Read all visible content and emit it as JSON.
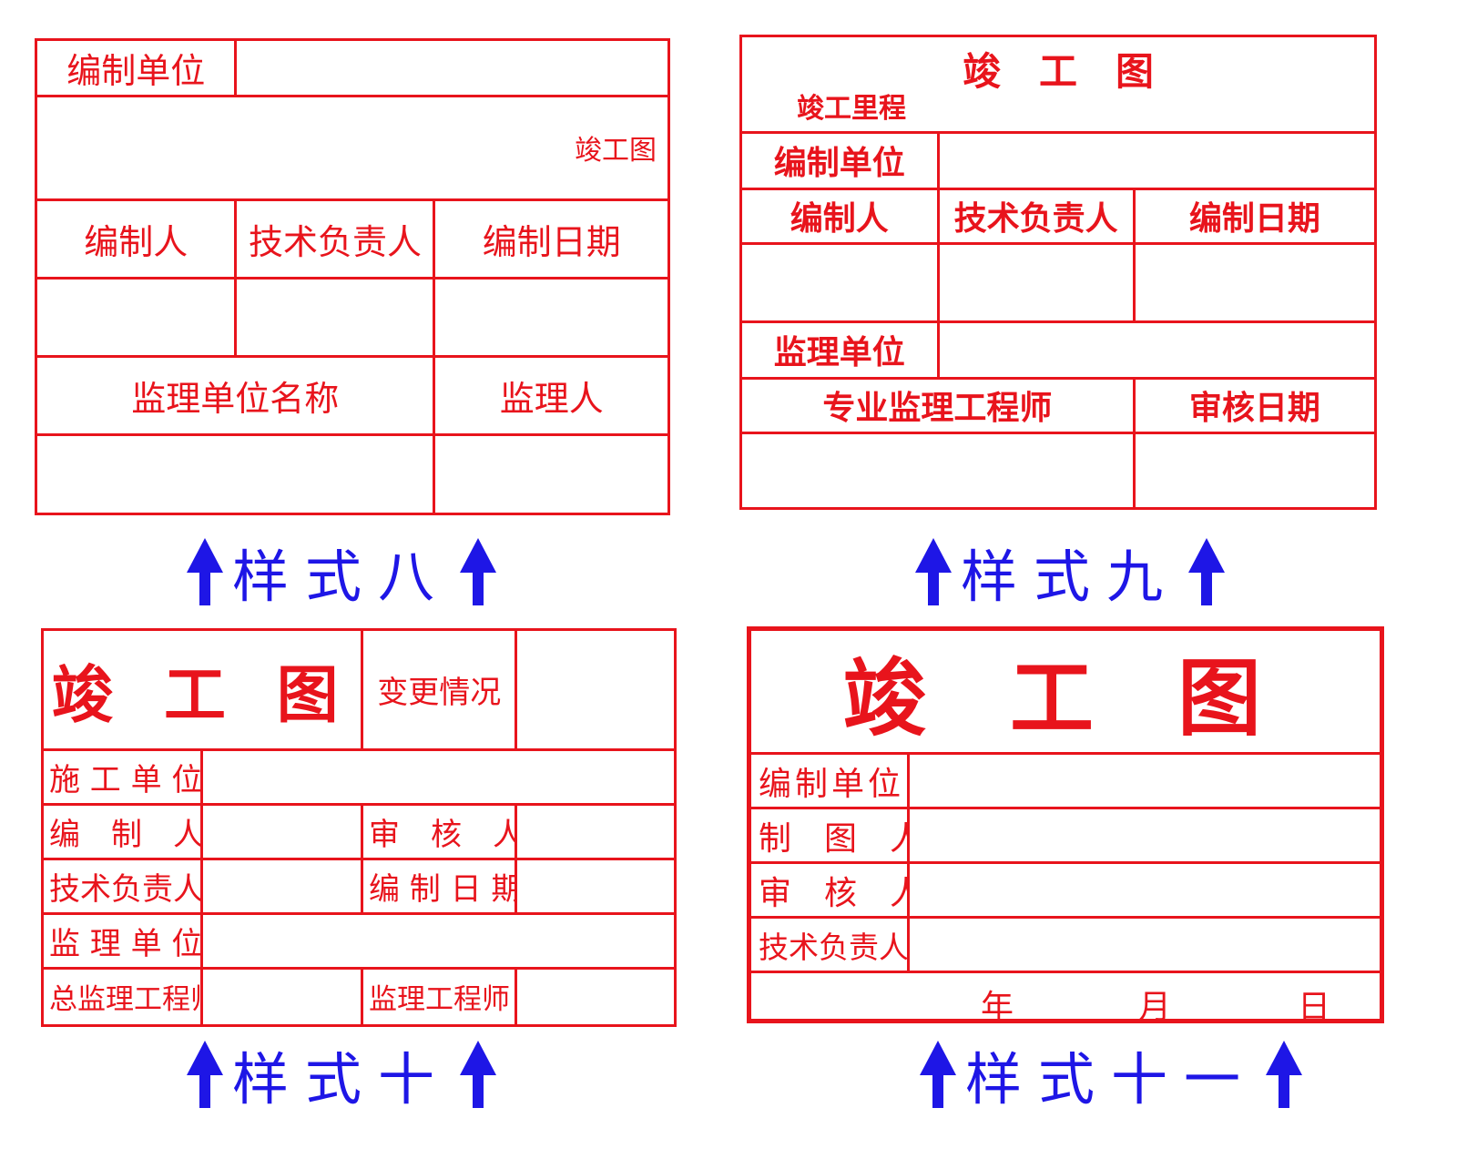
{
  "colors": {
    "stamp_red": "#e8141c",
    "caption_blue": "#1e16e6"
  },
  "style8": {
    "compile_unit": "编制单位",
    "drawing_label": "竣工图",
    "compiler": "编制人",
    "tech_lead": "技术负责人",
    "compile_date": "编制日期",
    "supervision_unit_name": "监理单位名称",
    "supervisor": "监理人",
    "caption": "样式八"
  },
  "style9": {
    "title": "竣　工　图",
    "subtitle": "竣工里程",
    "compile_unit": "编制单位",
    "compiler": "编制人",
    "tech_lead": "技术负责人",
    "compile_date": "编制日期",
    "supervision_unit": "监理单位",
    "pro_supervisor": "专业监理工程师",
    "review_date": "审核日期",
    "caption": "样式九"
  },
  "style10": {
    "title": "竣 工 图",
    "change_info": "变更情况",
    "construction_unit": "施 工 单 位",
    "compiler": "编　制　人",
    "reviewer": "审　核　人",
    "tech_lead": "技术负责人",
    "compile_date": "编 制 日 期",
    "supervision_unit": "监 理 单 位",
    "chief_supervisor": "总监理工程师",
    "supervisor_engineer": "监理工程师",
    "caption": "样式十"
  },
  "style11": {
    "title": "竣 工 图",
    "compile_unit": "编制单位",
    "drafter": "制　图　人",
    "reviewer": "审　核　人",
    "tech_lead": "技术负责人",
    "year": "年",
    "month": "月",
    "day": "日",
    "caption": "样式十一"
  },
  "icons": [
    "arrow-up-icon"
  ]
}
